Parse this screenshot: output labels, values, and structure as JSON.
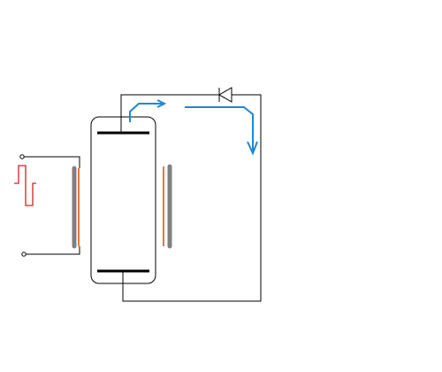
{
  "diagram": {
    "kind": "circuit-schematic",
    "components": [
      {
        "id": "vessel",
        "type": "rounded-enclosure"
      },
      {
        "id": "top-electrode",
        "type": "plate"
      },
      {
        "id": "bottom-electrode",
        "type": "plate"
      },
      {
        "id": "left-dielectric-electrode",
        "type": "barrier-electrode"
      },
      {
        "id": "right-dielectric-electrode",
        "type": "barrier-electrode"
      },
      {
        "id": "diode",
        "type": "diode"
      },
      {
        "id": "input-terminals",
        "type": "terminal-pair"
      },
      {
        "id": "square-wave-source",
        "type": "waveform-symbol"
      }
    ],
    "arrows": [
      {
        "id": "flow-arrow-1",
        "meaning": "current-flow"
      },
      {
        "id": "flow-arrow-2",
        "meaning": "current-flow"
      }
    ]
  },
  "colors": {
    "wire": "#000000",
    "electrode": "#000000",
    "dielectric": "#808080",
    "dielectric_edge": "#e07b39",
    "waveform": "#cc2222",
    "flow_arrow": "#1e88d6",
    "background": "#ffffff"
  }
}
